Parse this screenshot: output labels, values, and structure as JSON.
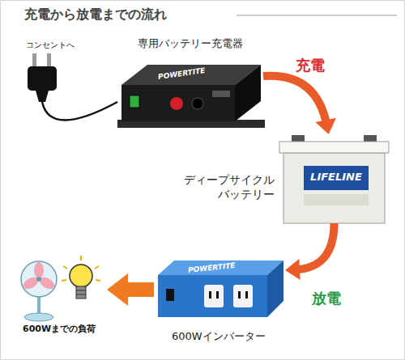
{
  "diagram": {
    "title": "充電から放電までの流れ",
    "nodes": [
      {
        "text": [
          "コンセントへ"
        ]
      },
      {
        "text": [
          "専用バッテリー充電器",
          "POWERTITE"
        ]
      },
      {
        "text": [
          "ディープサイクル バッテリー",
          "LIFELINE"
        ]
      },
      {
        "text": [
          "POWERTITE",
          "600Wインバーター"
        ]
      },
      {
        "text": [
          "600Wまでの負荷"
        ]
      }
    ],
    "edges": [
      {
        "from": 0,
        "to": 1,
        "arrow": "none"
      },
      {
        "from": 1,
        "to": 2,
        "label": "充電",
        "arrow": "to"
      },
      {
        "from": 2,
        "to": 3,
        "label": "放電",
        "arrow": "to"
      },
      {
        "from": 3,
        "to": 4,
        "arrow": "to"
      }
    ]
  }
}
